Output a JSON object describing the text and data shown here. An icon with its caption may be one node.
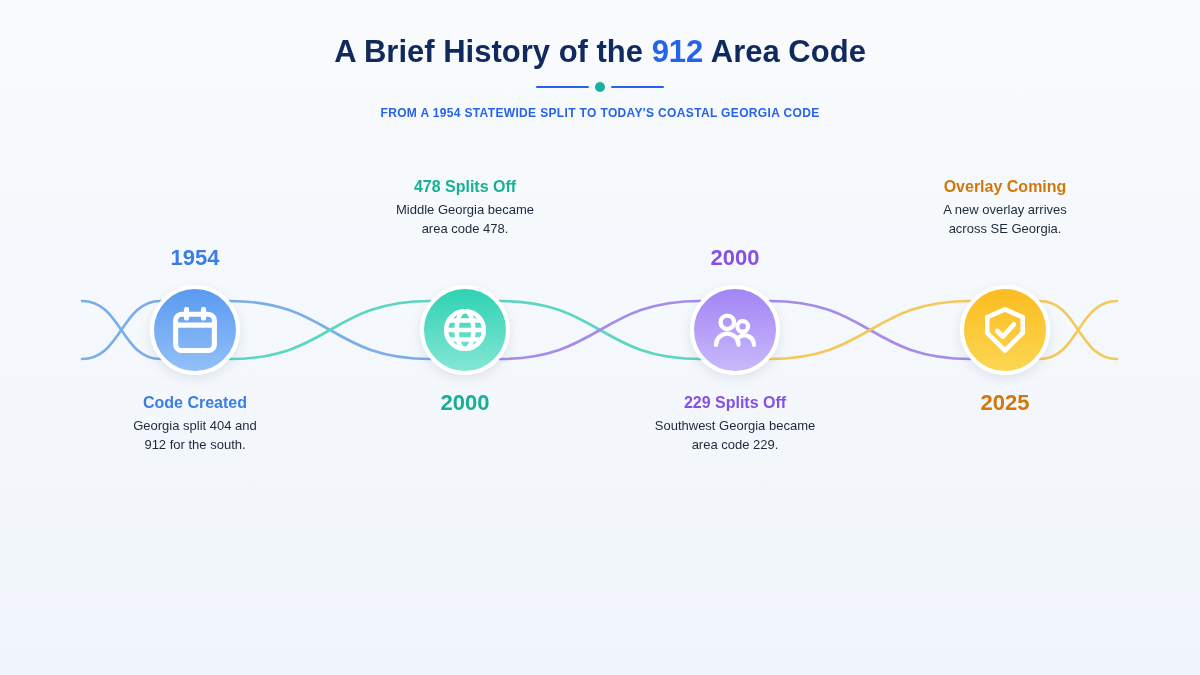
{
  "diagram": {
    "title": "A Brief History of the **912** Area Code",
    "nodes": [
      {
        "text": [],
        "shape": "circle",
        "beside": [
          "1954",
          "Code Created",
          "Georgia split 404 and 912 for the south."
        ]
      },
      {
        "text": [],
        "shape": "circle",
        "beside": [
          "478 Splits Off",
          "Middle Georgia became area code 478.",
          "2000"
        ]
      },
      {
        "text": [],
        "shape": "circle",
        "beside": [
          "2000",
          "229 Splits Off",
          "Southwest Georgia became area code 229."
        ]
      },
      {
        "text": [],
        "shape": "circle",
        "beside": [
          "Overlay Coming",
          "A new overlay arrives across SE Georgia.",
          "2025"
        ]
      }
    ],
    "edges": [
      {
        "from": null,
        "to": 0,
        "arrow": "none",
        "color": "#7aaee6"
      },
      {
        "from": null,
        "to": 0,
        "arrow": "none",
        "color": "#7aaee6"
      },
      {
        "from": 0,
        "to": 1,
        "arrow": "none",
        "color": "#7aaee6"
      },
      {
        "from": 0,
        "to": 1,
        "arrow": "none",
        "color": "#5dd6c1"
      },
      {
        "from": 1,
        "to": 2,
        "arrow": "none",
        "color": "#5dd6c1"
      },
      {
        "from": 1,
        "to": 2,
        "arrow": "none",
        "color": "#a68cea"
      },
      {
        "from": 2,
        "to": 3,
        "arrow": "none",
        "color": "#a68cea"
      },
      {
        "from": 2,
        "to": 3,
        "arrow": "none",
        "color": "#f3c95b"
      },
      {
        "from": 3,
        "to": null,
        "arrow": "none",
        "color": "#f3c95b"
      },
      {
        "from": 3,
        "to": null,
        "arrow": "none",
        "color": "#f3c95b"
      }
    ],
    "labels": [
      "FROM A 1954 STATEWIDE SPLIT TO TODAY'S COASTAL GEORGIA CODE"
    ]
  }
}
